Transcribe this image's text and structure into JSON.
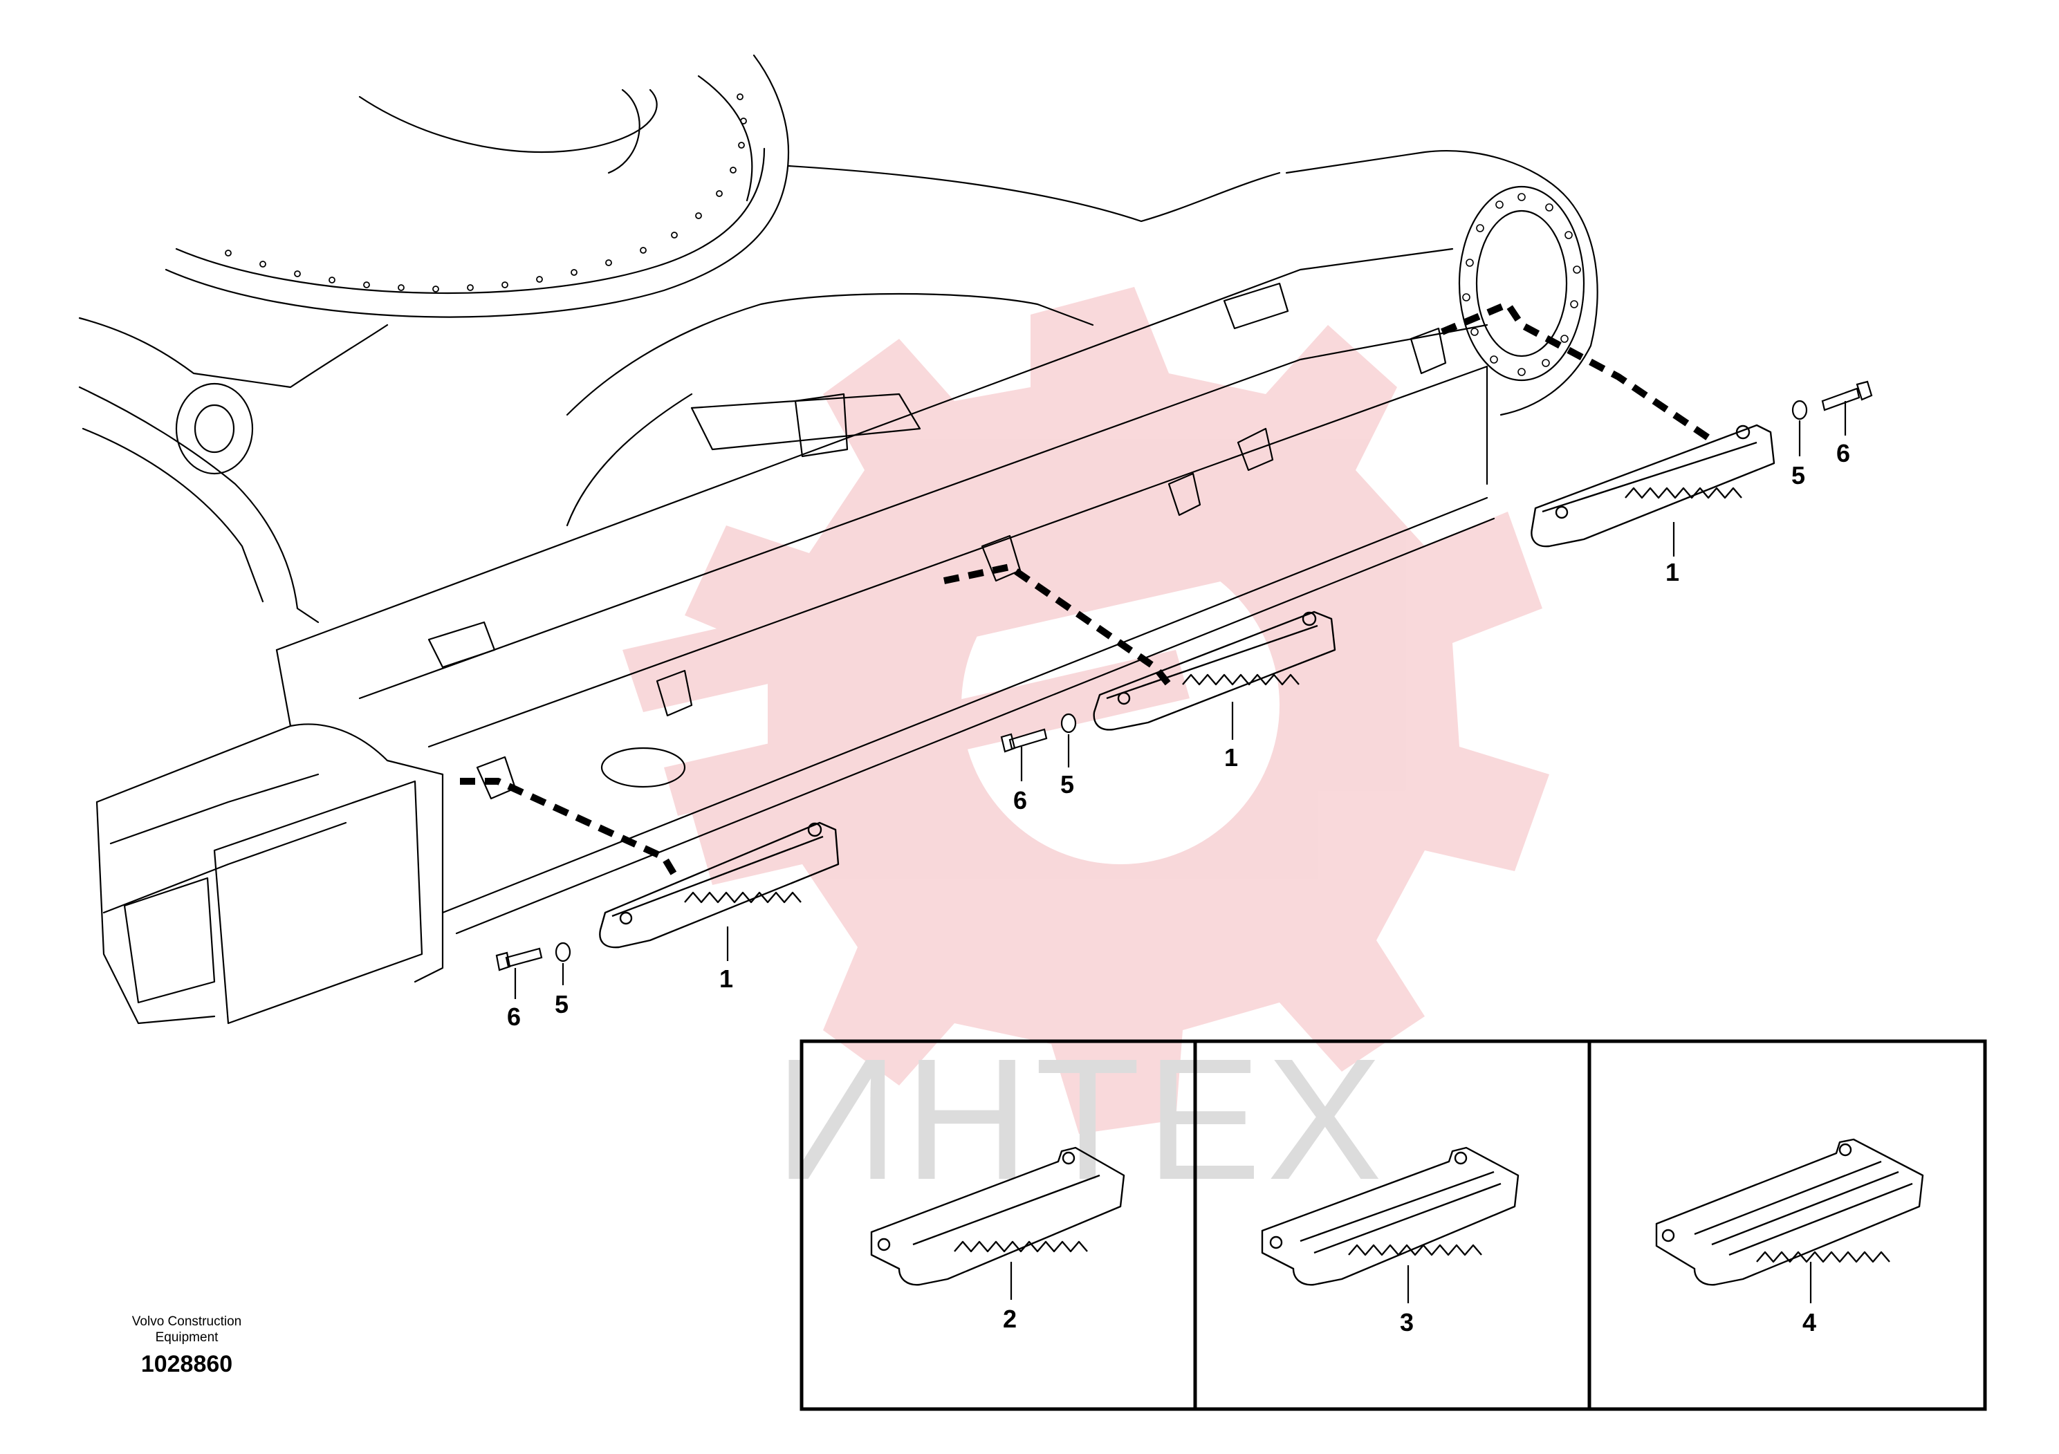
{
  "callouts": {
    "main_step_upper": "1",
    "main_step_middle": "1",
    "main_step_lower": "1",
    "washer_upper": "5",
    "bolt_upper": "6",
    "washer_middle": "5",
    "bolt_middle": "6",
    "washer_lower": "5",
    "bolt_lower": "6",
    "variant_a": "2",
    "variant_b": "3",
    "variant_c": "4"
  },
  "footer": {
    "maker_line1": "Volvo Construction",
    "maker_line2": "Equipment",
    "document_number": "1028860"
  },
  "colors": {
    "line": "#000000",
    "watermark_gear": "#f7cfd2",
    "watermark_text": "#dcdcdc"
  }
}
